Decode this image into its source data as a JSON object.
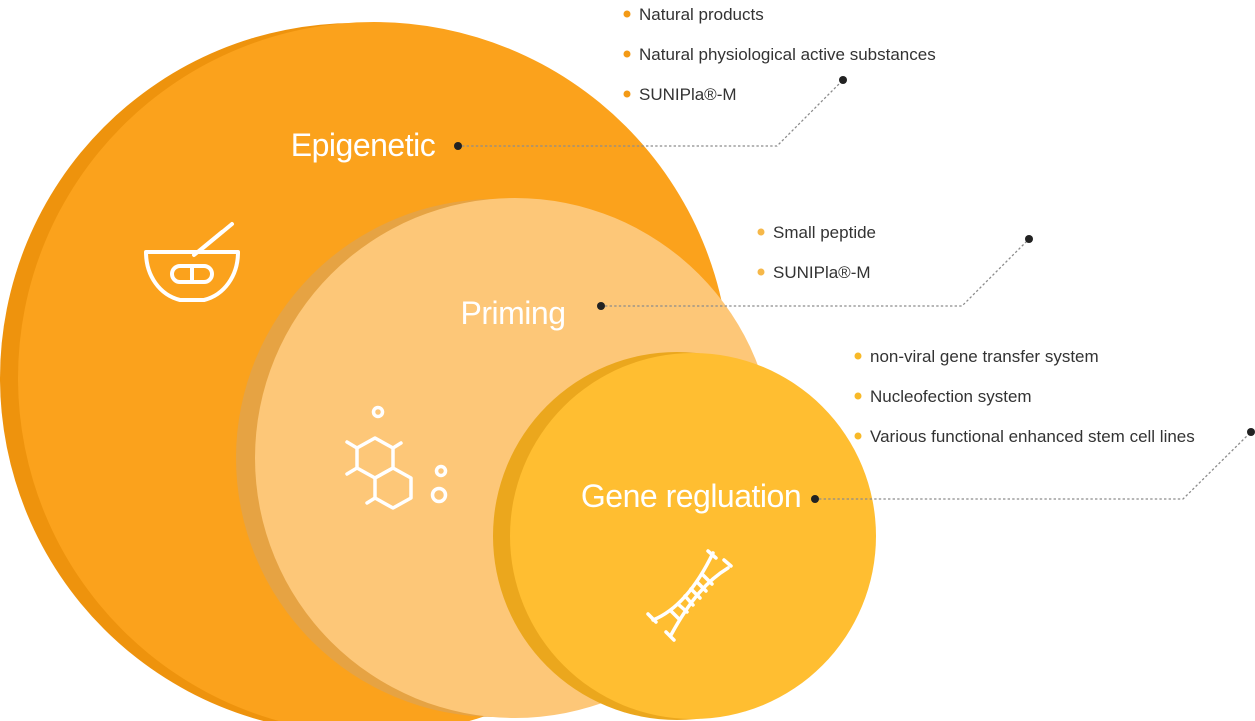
{
  "diagram": {
    "colors": {
      "epigenetic_main": "#FBA21C",
      "epigenetic_shadow": "#EE930D",
      "priming_main": "#FDC778",
      "priming_shadow": "#E6A343",
      "gene_main": "#FFBE31",
      "gene_shadow": "#EBA71D",
      "bullet_epigenetic": "#F39A16",
      "bullet_priming": "#F6B849",
      "bullet_gene": "#F8B928",
      "text": "#333333",
      "label": "#ffffff"
    },
    "groups": [
      {
        "key": "epigenetic",
        "label": "Epigenetic",
        "icon": "mortar-pestle-icon",
        "items": [
          "Natural products",
          "Natural physiological active substances",
          "SUNIPla®-M"
        ]
      },
      {
        "key": "priming",
        "label": "Priming",
        "icon": "molecule-icon",
        "items": [
          "Small peptide",
          "SUNIPla®-M"
        ]
      },
      {
        "key": "gene",
        "label": "Gene regluation",
        "icon": "dna-icon",
        "items": [
          "non-viral gene transfer system",
          "Nucleofection system",
          "Various functional enhanced stem cell lines"
        ]
      }
    ]
  }
}
